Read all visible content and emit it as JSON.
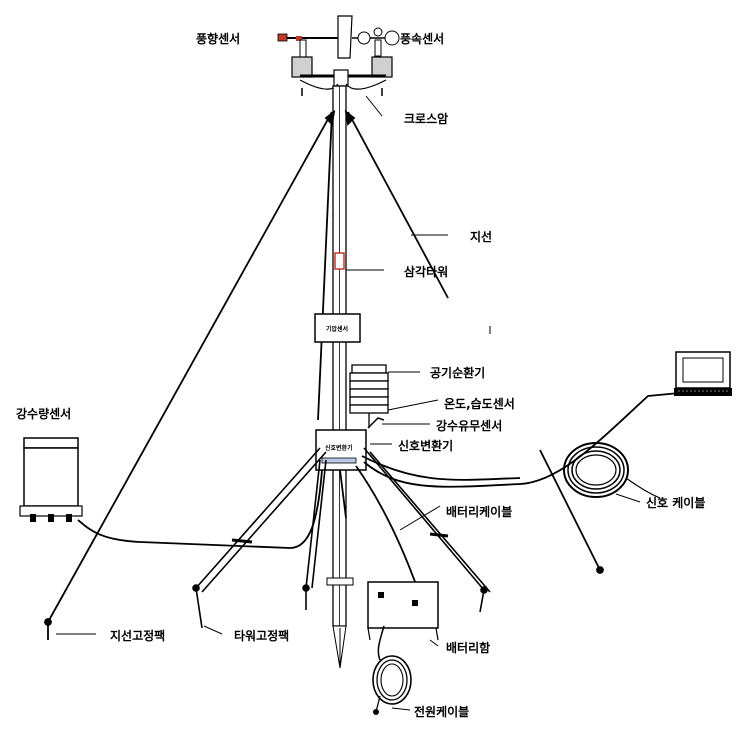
{
  "labels": {
    "wind_direction_sensor": "풍향센서",
    "wind_speed_sensor": "풍속센서",
    "cross_arm": "크로스암",
    "guy_wire": "지선",
    "tripod_tower": "삼각타워",
    "air_circulator": "공기순환기",
    "temp_humidity_sensor": "온도,습도센서",
    "rain_detector": "강수유무센서",
    "signal_converter": "신호변환기",
    "battery_cable": "배터리케이블",
    "signal_cable": "신호 케이블",
    "rain_gauge": "강수량센서",
    "guy_anchor": "지선고정팩",
    "tower_anchor": "타워고정팩",
    "battery_box": "배터리함",
    "power_cable": "전원케이블"
  },
  "box_labels": {
    "barometer": "기압센서",
    "converter_box": "신호변환기"
  }
}
